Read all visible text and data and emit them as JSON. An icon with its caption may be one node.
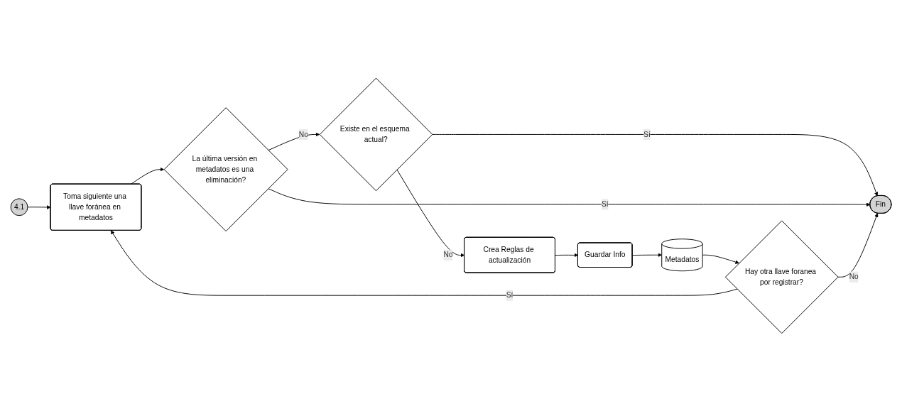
{
  "diagram": {
    "nodes": [
      {
        "text": [
          "4.1"
        ]
      },
      {
        "text": [
          "Toma siguiente una llave foránea en metadatos"
        ]
      },
      {
        "text": [
          "La última versión en metadatos es una eliminación?"
        ]
      },
      {
        "text": [
          "Existe en el esquema actual?"
        ]
      },
      {
        "text": [
          "Hay otra llave foranea por registrar?"
        ]
      },
      {
        "text": [
          "Metadatos"
        ]
      },
      {
        "text": [
          "Guardar Info"
        ]
      },
      {
        "text": [
          "Crea Reglas de actualización"
        ]
      },
      {
        "text": [
          "Fin"
        ]
      }
    ],
    "edges": [
      {
        "from": 0,
        "to": 1,
        "arrow": "to"
      },
      {
        "from": 1,
        "to": 2,
        "arrow": "to"
      },
      {
        "from": 2,
        "to": 3,
        "arrow": "to",
        "label": "No"
      },
      {
        "from": 3,
        "to": 8,
        "arrow": "to",
        "label": "Sí"
      },
      {
        "from": 3,
        "to": 7,
        "arrow": "to",
        "label": "No"
      },
      {
        "from": 2,
        "to": 8,
        "arrow": "to",
        "label": "Sí"
      },
      {
        "from": 7,
        "to": 6,
        "arrow": "to"
      },
      {
        "from": 6,
        "to": 5,
        "arrow": "to"
      },
      {
        "from": 5,
        "to": 4,
        "arrow": "to"
      },
      {
        "from": 4,
        "to": 1,
        "arrow": "to",
        "label": "Sí"
      },
      {
        "from": 4,
        "to": 8,
        "arrow": "to",
        "label": "No"
      }
    ]
  }
}
